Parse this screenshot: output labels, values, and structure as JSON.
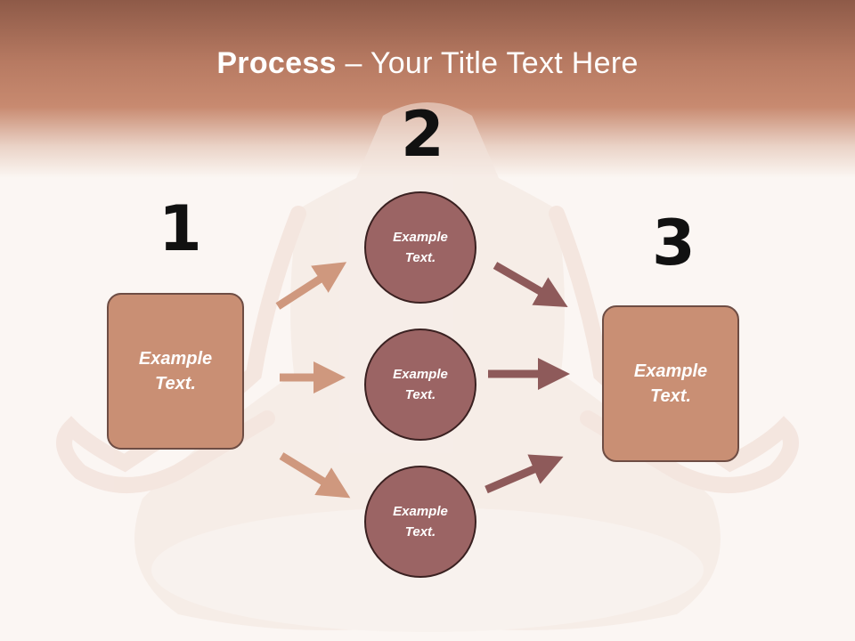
{
  "slide": {
    "title_bold": "Process",
    "title_rest": " – Your Title Text Here"
  },
  "steps": {
    "one": {
      "number": "1",
      "label": "Example Text."
    },
    "two": {
      "number": "2",
      "items": [
        "Example Text.",
        "Example Text.",
        "Example Text."
      ]
    },
    "three": {
      "number": "3",
      "label": "Example Text."
    }
  },
  "colors": {
    "header": "#b77a62",
    "box_fill": "#c98f74",
    "circle_fill": "#9b6464",
    "arrow_left": "#c98f74",
    "arrow_right": "#8e5a5a"
  }
}
